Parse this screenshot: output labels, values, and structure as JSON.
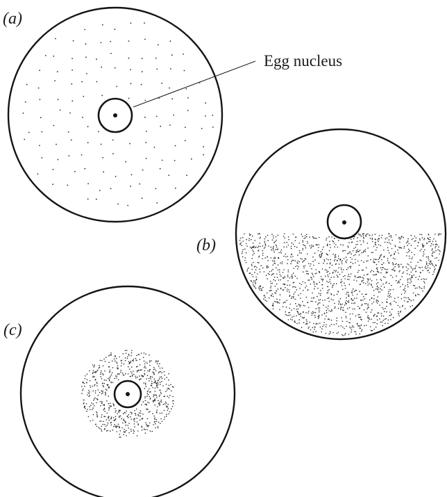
{
  "panels": [
    {
      "id": "a",
      "label": "(a)",
      "distribution": "uniform sparse"
    },
    {
      "id": "b",
      "label": "(b)",
      "distribution": "vegetal half dense"
    },
    {
      "id": "c",
      "label": "(c)",
      "distribution": "perinuclear cluster"
    }
  ],
  "annotations": {
    "egg_nucleus": "Egg nucleus"
  },
  "colors": {
    "ink": "#141414",
    "background": "#ffffff"
  }
}
